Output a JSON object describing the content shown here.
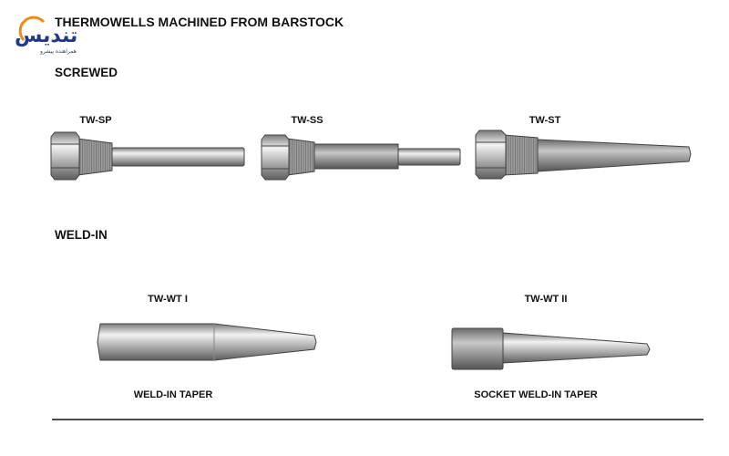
{
  "title": "THERMOWELLS MACHINED FROM BARSTOCK",
  "logo": {
    "text": "تندیس",
    "subtitle": "همراهنده پیشرو"
  },
  "sections": {
    "screwed": {
      "heading": "SCREWED",
      "items": [
        {
          "label": "TW-SP"
        },
        {
          "label": "TW-SS"
        },
        {
          "label": "TW-ST"
        }
      ]
    },
    "weld_in": {
      "heading": "WELD-IN",
      "items": [
        {
          "label": "TW-WT I",
          "caption": "WELD-IN TAPER"
        },
        {
          "label": "TW-WT II",
          "caption": "SOCKET WELD-IN TAPER"
        }
      ]
    }
  },
  "colors": {
    "logo_blue": "#1f3a8a",
    "logo_orange": "#f08a1c",
    "metal": "#a8a8a8"
  }
}
